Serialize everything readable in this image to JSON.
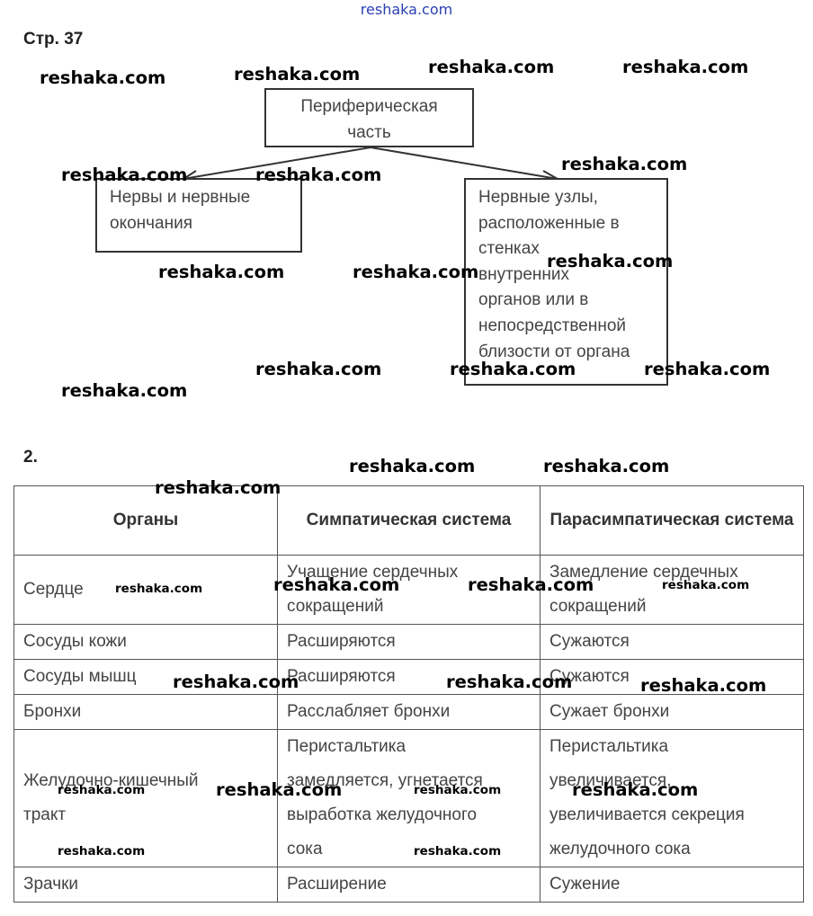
{
  "top_link": "reshaka.com",
  "page_label": "Стр. 37",
  "diagram": {
    "root": [
      "Периферическая",
      "часть"
    ],
    "left": [
      "Нервы и нервные",
      "окончания"
    ],
    "right": [
      "Нервные узлы,",
      "расположенные в",
      "стенках",
      "внутренних",
      "органов или в",
      "непосредственной",
      "близости от органа"
    ]
  },
  "section_num": "2.",
  "table": {
    "headers": [
      "Органы",
      "Симпатическая система",
      "Парасимпатическая система"
    ],
    "rows": [
      {
        "organ": "Сердце",
        "sym": [
          "Учащение сердечных",
          "сокращений"
        ],
        "para": [
          "Замедление сердечных",
          "сокращений"
        ]
      },
      {
        "organ": "Сосуды кожи",
        "sym": [
          "Расширяются"
        ],
        "para": [
          "Сужаются"
        ]
      },
      {
        "organ": "Сосуды мышц",
        "sym": [
          "Расширяются"
        ],
        "para": [
          "Сужаются"
        ]
      },
      {
        "organ": "Бронхи",
        "sym": [
          "Расслабляет бронхи"
        ],
        "para": [
          "Сужает бронхи"
        ]
      },
      {
        "organ": "Желудочно-кишечный тракт",
        "sym": [
          "Перистальтика",
          "замедляется, угнетается",
          "выработка желудочного",
          "сока"
        ],
        "para": [
          "Перистальтика",
          "увеличивается,",
          "увеличивается секреция",
          "желудочного сока"
        ]
      },
      {
        "organ": "Зрачки",
        "sym": [
          "Расширение"
        ],
        "para": [
          "Сужение"
        ]
      }
    ]
  },
  "watermark": "reshaka.com"
}
